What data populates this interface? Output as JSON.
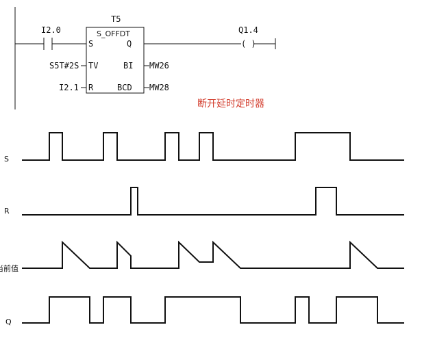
{
  "ladder": {
    "timer_name": "T5",
    "block_type": "S_OFFDT",
    "input_contact": "I2.0",
    "reset_contact": "I2.1",
    "time_value": "S5T#2S",
    "output_coil": "Q1.4",
    "coil_symbol": "( )",
    "pins": {
      "s": "S",
      "q": "Q",
      "tv": "TV",
      "bi": "BI",
      "r": "R",
      "bcd": "BCD"
    },
    "bi_output": "MW26",
    "bcd_output": "MW28"
  },
  "caption": "断开延时定时器",
  "waveforms": {
    "s": {
      "label": "S"
    },
    "r": {
      "label": "R"
    },
    "current": {
      "label": "当前值"
    },
    "q": {
      "label": "Q"
    }
  }
}
